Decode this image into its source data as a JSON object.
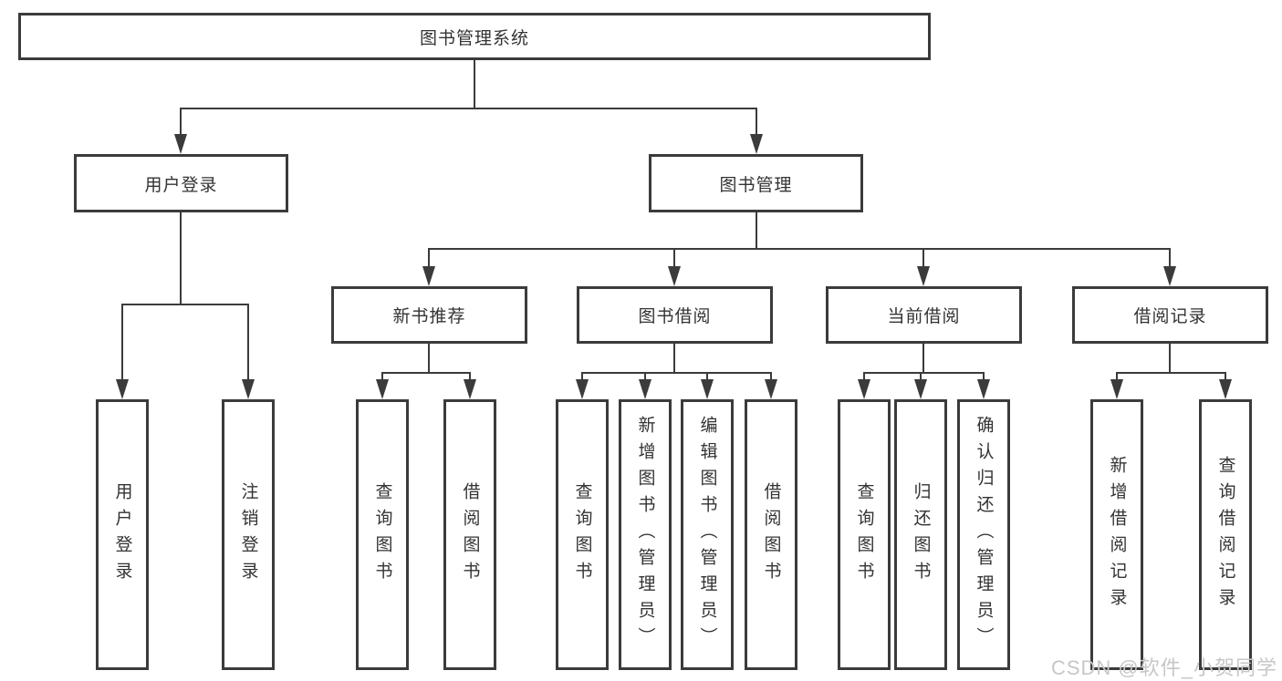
{
  "watermark": "CSDN @软件_小贺同学",
  "tree": {
    "root": "图书管理系统",
    "children": [
      {
        "label": "用户登录",
        "children": [
          {
            "label": "用户登录"
          },
          {
            "label": "注销登录"
          }
        ]
      },
      {
        "label": "图书管理",
        "children": [
          {
            "label": "新书推荐",
            "children": [
              {
                "label": "查询图书"
              },
              {
                "label": "借阅图书"
              }
            ]
          },
          {
            "label": "图书借阅",
            "children": [
              {
                "label": "查询图书"
              },
              {
                "label": "新增图书（管理员）"
              },
              {
                "label": "编辑图书（管理员）"
              },
              {
                "label": "借阅图书"
              }
            ]
          },
          {
            "label": "当前借阅",
            "children": [
              {
                "label": "查询图书"
              },
              {
                "label": "归还图书"
              },
              {
                "label": "确认归还（管理员）"
              }
            ]
          },
          {
            "label": "借阅记录",
            "children": [
              {
                "label": "新增借阅记录"
              },
              {
                "label": "查询借阅记录"
              }
            ]
          }
        ]
      }
    ]
  }
}
